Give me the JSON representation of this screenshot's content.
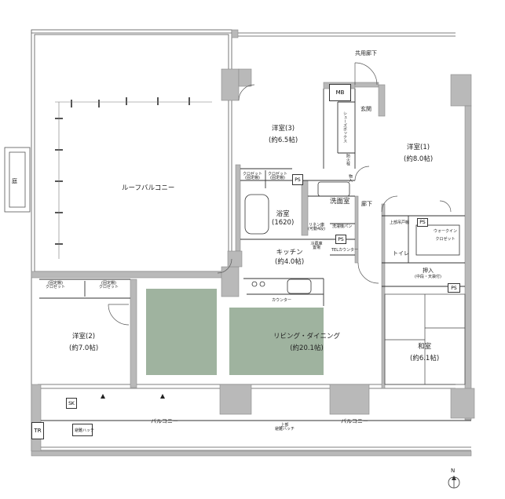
{
  "title": "",
  "rooms": {
    "common_corridor": "共用廊下",
    "entrance": "玄関",
    "shoes_box": "シューズボックス",
    "mb": "MB",
    "roof_balcony": "ルーフバルコニー",
    "garden": "庭",
    "western3": {
      "name": "洋室(3)",
      "size": "(約6.5帖)"
    },
    "western1": {
      "name": "洋室(1)",
      "size": "(約8.0帖)"
    },
    "western2": {
      "name": "洋室(2)",
      "size": "(約7.0帖)"
    },
    "closet_a": {
      "name": "クロゼット",
      "note": "(固定棚)"
    },
    "closet_b": {
      "name": "クロゼット",
      "note": "(固定棚)"
    },
    "closet_c": {
      "name": "クロゼット",
      "note": "(固定棚)"
    },
    "closet_d": {
      "name": "クロゼット",
      "note": "(固定棚)"
    },
    "bath": {
      "name": "浴室",
      "size": "(1620)"
    },
    "washroom": "洗面室",
    "corridor": "廊下",
    "linen": {
      "name": "リネン庫",
      "note": "(可動4段)"
    },
    "washer_pan": "洗濯機パン",
    "fridge": "冷蔵庫置場",
    "tel_counter": "TELカウンター",
    "kitchen": {
      "name": "キッチン",
      "size": "(約4.0帖)"
    },
    "counter": "カウンター",
    "living": {
      "name": "リビング・ダイニング",
      "size": "(約20.1帖)"
    },
    "toilet": "トイレ",
    "upper_shelf": "上部吊戸棚",
    "walkin": {
      "name": "ウォークイン",
      "name2": "クロゼット"
    },
    "oshiire": {
      "name": "押入",
      "note": "(中段・天袋付)"
    },
    "washitsu": {
      "name": "和室",
      "size": "(約6.1帖)"
    },
    "balcony_left": "バルコニー",
    "balcony_right": "バルコニー",
    "evac_hatch": "避難ハッチ",
    "upper_evac_hatch": {
      "line1": "上部",
      "line2": "避難ハッチ"
    },
    "tr": "TR",
    "sk": "SK",
    "ps": "PS",
    "fire_hydrant": "防火栓",
    "storage_v": "物入"
  },
  "compass": "N",
  "colors": {
    "wall": "#b9b9b9",
    "wall_edge": "#8a8a8a",
    "floor_green": "#9fb39f",
    "line": "#333333"
  }
}
